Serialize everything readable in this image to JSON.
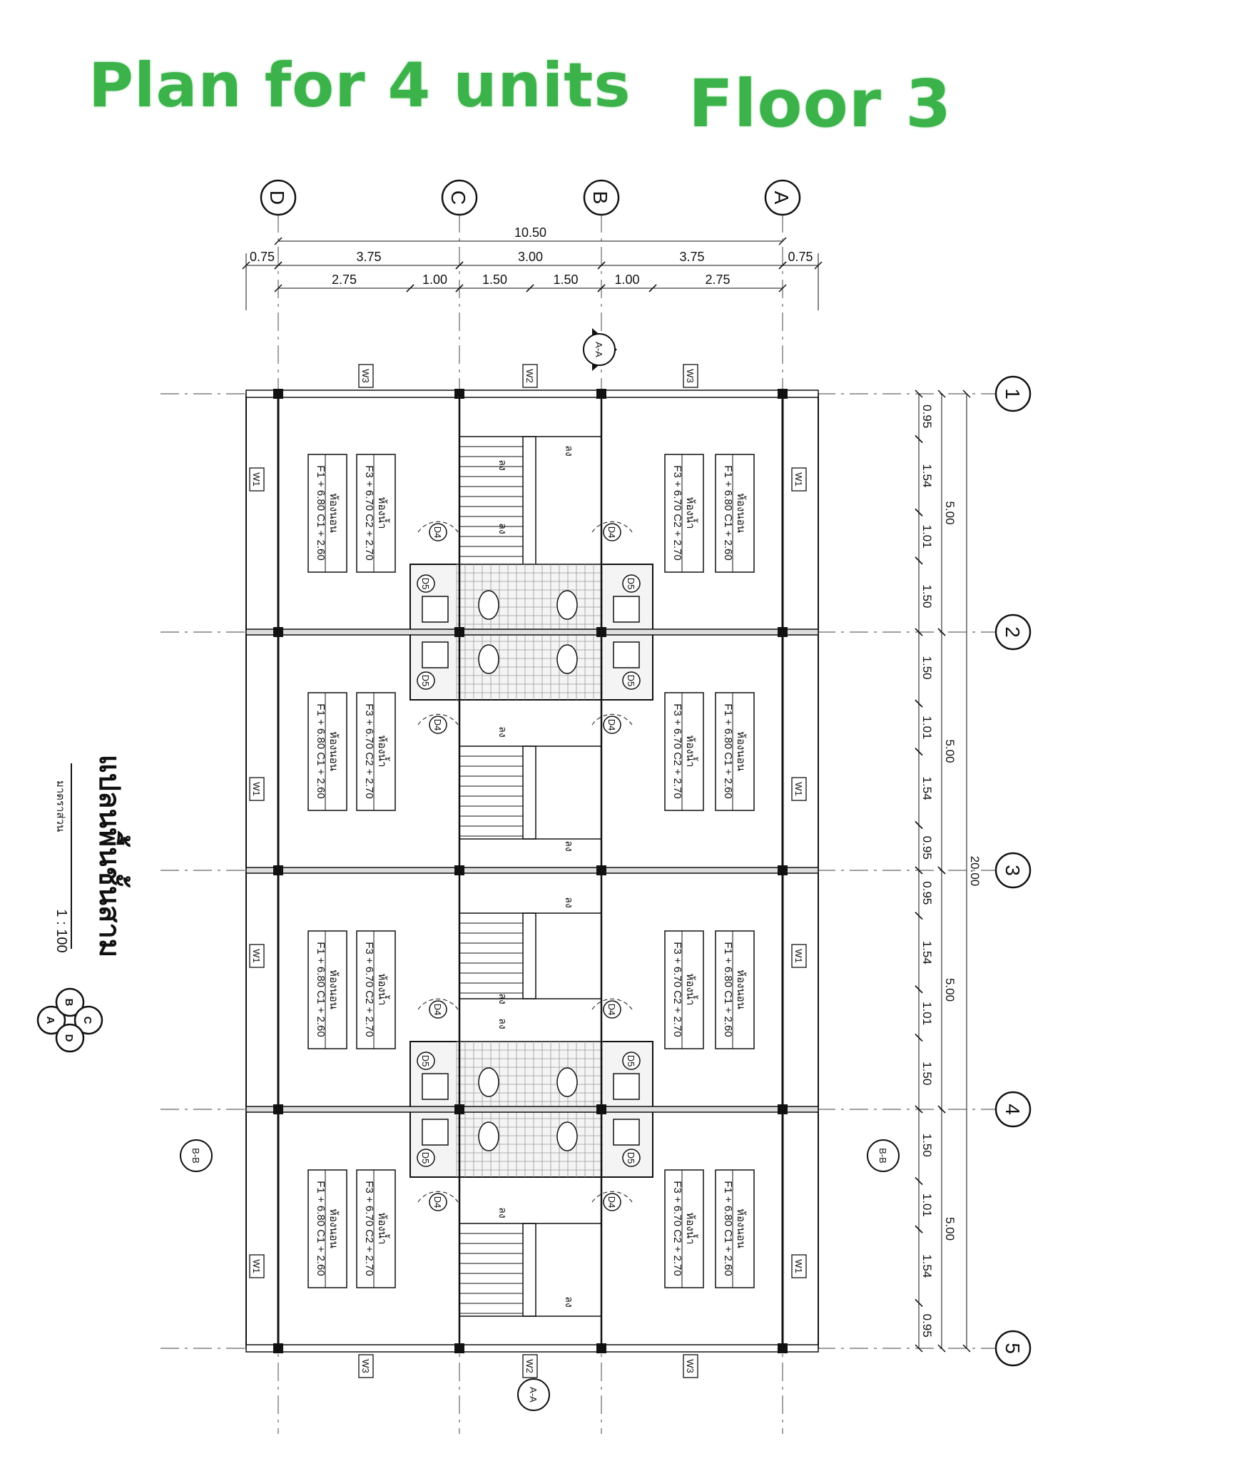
{
  "header": {
    "title": "Plan for 4 units",
    "floor": "Floor 3"
  },
  "grid": {
    "cols": [
      "D",
      "C",
      "B",
      "A"
    ],
    "rows": [
      "1",
      "2",
      "3",
      "4",
      "5"
    ]
  },
  "dims": {
    "overall_width": "10.50",
    "tier1": [
      "0.75",
      "3.75",
      "3.00",
      "3.75",
      "0.75"
    ],
    "tier2": [
      "2.75",
      "1.00",
      "1.50",
      "1.50",
      "1.00",
      "2.75"
    ],
    "overall_length": "20.00",
    "bay": "5.00",
    "bay_sub_a": [
      "0.95",
      "1.54",
      "1.01",
      "1.50"
    ],
    "bay_sub_b": [
      "1.50",
      "1.01",
      "1.54",
      "0.95"
    ]
  },
  "room": {
    "left_a": [
      "ห้องนอน",
      "F1 + 6.80 C1 + 2.60"
    ],
    "left_b": [
      "ห้องน้ำ",
      "F3 + 6.70 C2 + 2.70"
    ],
    "right_b": [
      "ห้องน้ำ",
      "F3 + 6.70 C2 + 2.70"
    ],
    "right_a": [
      "ห้องนอน",
      "F1 + 6.80 C1 + 2.60"
    ]
  },
  "tags": {
    "w1": "W1",
    "w2": "W2",
    "w3": "W3",
    "d4": "D4",
    "d5": "D5",
    "up": "ลง"
  },
  "sections": {
    "aa": "A-A",
    "bb": "B-B"
  },
  "side_title": {
    "name": "แปลนพื้นชั้นสาม",
    "scale": "1 : 100",
    "sub": "มาตราส่วน"
  },
  "key_plan": [
    "A",
    "B",
    "C",
    "D"
  ]
}
